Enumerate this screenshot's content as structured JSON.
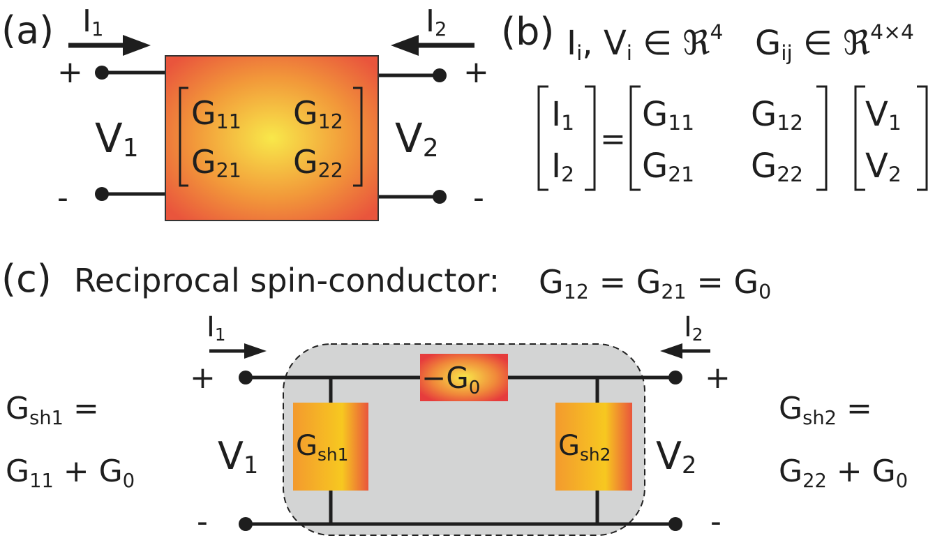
{
  "panel_a": {
    "label": "(a)",
    "current_in": {
      "main": "I",
      "sub": "1"
    },
    "current_out": {
      "main": "I",
      "sub": "2"
    },
    "plus_left": "+",
    "minus_left": "-",
    "plus_right": "+",
    "minus_right": "-",
    "voltage_left": {
      "main": "V",
      "sub": "1"
    },
    "voltage_right": {
      "main": "V",
      "sub": "2"
    },
    "matrix": [
      [
        {
          "main": "G",
          "sub": "11"
        },
        {
          "main": "G",
          "sub": "12"
        }
      ],
      [
        {
          "main": "G",
          "sub": "21"
        },
        {
          "main": "G",
          "sub": "22"
        }
      ]
    ]
  },
  "panel_b": {
    "label": "(b)",
    "dims": {
      "iv": {
        "main": "I",
        "sub": "i",
        "sep": ", ",
        "main2": "V",
        "sub2": "i",
        "in": " ∈ ℜ",
        "sup": "4"
      },
      "g": {
        "main": "G",
        "sub": "ij",
        "in": " ∈ ℜ",
        "sup": "4×4"
      }
    },
    "lhs": [
      {
        "main": "I",
        "sub": "1"
      },
      {
        "main": "I",
        "sub": "2"
      }
    ],
    "equals": "=",
    "matrix": [
      [
        {
          "main": "G",
          "sub": "11"
        },
        {
          "main": "G",
          "sub": "12"
        }
      ],
      [
        {
          "main": "G",
          "sub": "21"
        },
        {
          "main": "G",
          "sub": "22"
        }
      ]
    ],
    "rhs": [
      {
        "main": "V",
        "sub": "1"
      },
      {
        "main": "V",
        "sub": "2"
      }
    ]
  },
  "panel_c": {
    "label": "(c)",
    "title": "Reciprocal spin-conductor:",
    "equation": {
      "g12": "G",
      "g12_sub": "12",
      "eq": " = ",
      "g21": "G",
      "g21_sub": "21",
      "eq2": " = ",
      "g0": "G",
      "g0_sub": "0"
    },
    "current_in": {
      "main": "I",
      "sub": "1"
    },
    "current_out": {
      "main": "I",
      "sub": "2"
    },
    "plus_left": "+",
    "minus_left": "-",
    "plus_right": "+",
    "minus_right": "-",
    "voltage_left": {
      "main": "V",
      "sub": "1"
    },
    "voltage_right": {
      "main": "V",
      "sub": "2"
    },
    "series_element": {
      "prefix": "−",
      "main": "G",
      "sub": "0"
    },
    "shunt_left": {
      "main": "G",
      "sub": "sh1"
    },
    "shunt_right": {
      "main": "G",
      "sub": "sh2"
    },
    "def_left": {
      "line1_main": "G",
      "line1_sub": "sh1",
      "line1_rest": " =",
      "line2_main": "G",
      "line2_sub": "11",
      "line2_rest": " + G",
      "line2_sub2": "0"
    },
    "def_right": {
      "line1_main": "G",
      "line1_sub": "sh2",
      "line1_rest": " =",
      "line2_main": "G",
      "line2_sub": "22",
      "line2_rest": " + G",
      "line2_sub2": "0"
    }
  },
  "colors": {
    "box_center": "#f8e84a",
    "box_edge": "#e9553c",
    "region_fill": "#d3d4d4",
    "shunt_left_color": "#f7c820",
    "shunt_right_color": "#e9553c",
    "ink": "#1e1e1e"
  }
}
